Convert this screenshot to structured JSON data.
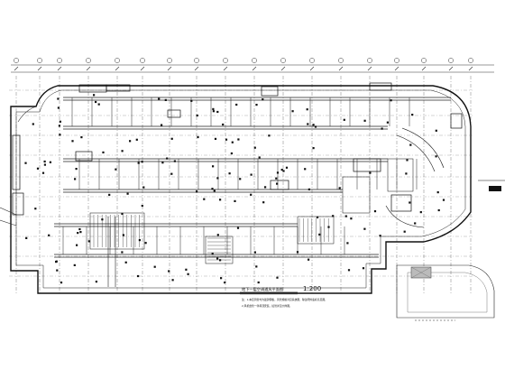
{
  "drawing": {
    "title": "地下一层空调通风平面图",
    "scale_label": "1:200",
    "notes": [
      "注：1.本层风管均为镀锌钢板，风管规格详见系统图，除注明外底标高见图。",
      "2.风机盘管一律吊顶安装，接管详见大样图。"
    ]
  }
}
